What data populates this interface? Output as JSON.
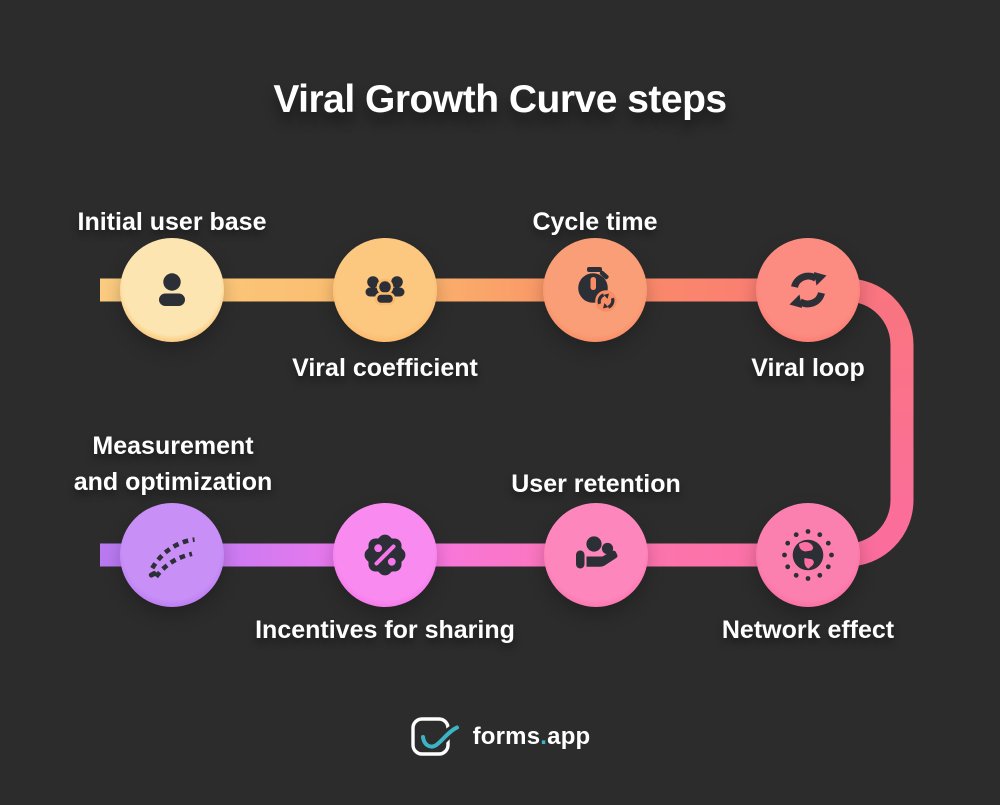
{
  "title": "Viral Growth Curve steps",
  "colors": {
    "background": "#2c2c2c",
    "text": "#ffffff",
    "icon_dark": "#2c2f36",
    "logo_teal": "#3bb5c5"
  },
  "steps": [
    {
      "label": "Initial user base",
      "icon": "user-icon",
      "color": "#fbc87b",
      "inner_color": "#fce5b1",
      "row": "top",
      "label_position": "above"
    },
    {
      "label": "Viral coefficient",
      "icon": "group-icon",
      "color": "#fbba6d",
      "inner_color": "#fcc77f",
      "row": "top",
      "label_position": "below"
    },
    {
      "label": "Cycle time",
      "icon": "stopwatch-icon",
      "color": "#f98e66",
      "inner_color": "#fa9e78",
      "row": "top",
      "label_position": "above"
    },
    {
      "label": "Viral loop",
      "icon": "sync-arrows-icon",
      "color": "#fb7d73",
      "inner_color": "#fc8b81",
      "row": "top",
      "label_position": "below"
    },
    {
      "label": "Measurement and optimization",
      "label_lines": [
        "Measurement",
        "and optimization"
      ],
      "icon": "dashed-growth-icon",
      "color": "#bd7cf4",
      "inner_color": "#c88ff7",
      "row": "bottom",
      "label_position": "above"
    },
    {
      "label": "Incentives for sharing",
      "icon": "discount-badge-icon",
      "color": "#f677eb",
      "inner_color": "#f98bf0",
      "row": "bottom",
      "label_position": "below"
    },
    {
      "label": "User retention",
      "icon": "user-care-icon",
      "color": "#fd76b1",
      "inner_color": "#fd87bc",
      "row": "bottom",
      "label_position": "above"
    },
    {
      "label": "Network effect",
      "icon": "globe-network-icon",
      "color": "#fb6fa3",
      "inner_color": "#fc80af",
      "row": "bottom",
      "label_position": "below"
    }
  ],
  "path": {
    "gradients": {
      "top": [
        [
          "0",
          "#fbcb80"
        ],
        [
          "0.1",
          "#fbc87b"
        ],
        [
          "0.38",
          "#fbba6d"
        ],
        [
          "0.66",
          "#f98e66"
        ],
        [
          "0.9",
          "#fb7d73"
        ],
        [
          "1",
          "#f97a80"
        ]
      ],
      "right": [
        [
          "0",
          "#f9757f"
        ],
        [
          "1",
          "#fb6d9e"
        ]
      ],
      "bottom": [
        [
          "0",
          "#ba79f1"
        ],
        [
          "0.1",
          "#bd7cf4"
        ],
        [
          "0.38",
          "#f677eb"
        ],
        [
          "0.66",
          "#fd76b1"
        ],
        [
          "0.95",
          "#fb6fa3"
        ],
        [
          "1",
          "#fb6d9e"
        ]
      ]
    }
  },
  "logo": {
    "brand": "forms",
    "dot": ".",
    "suffix": "app"
  }
}
